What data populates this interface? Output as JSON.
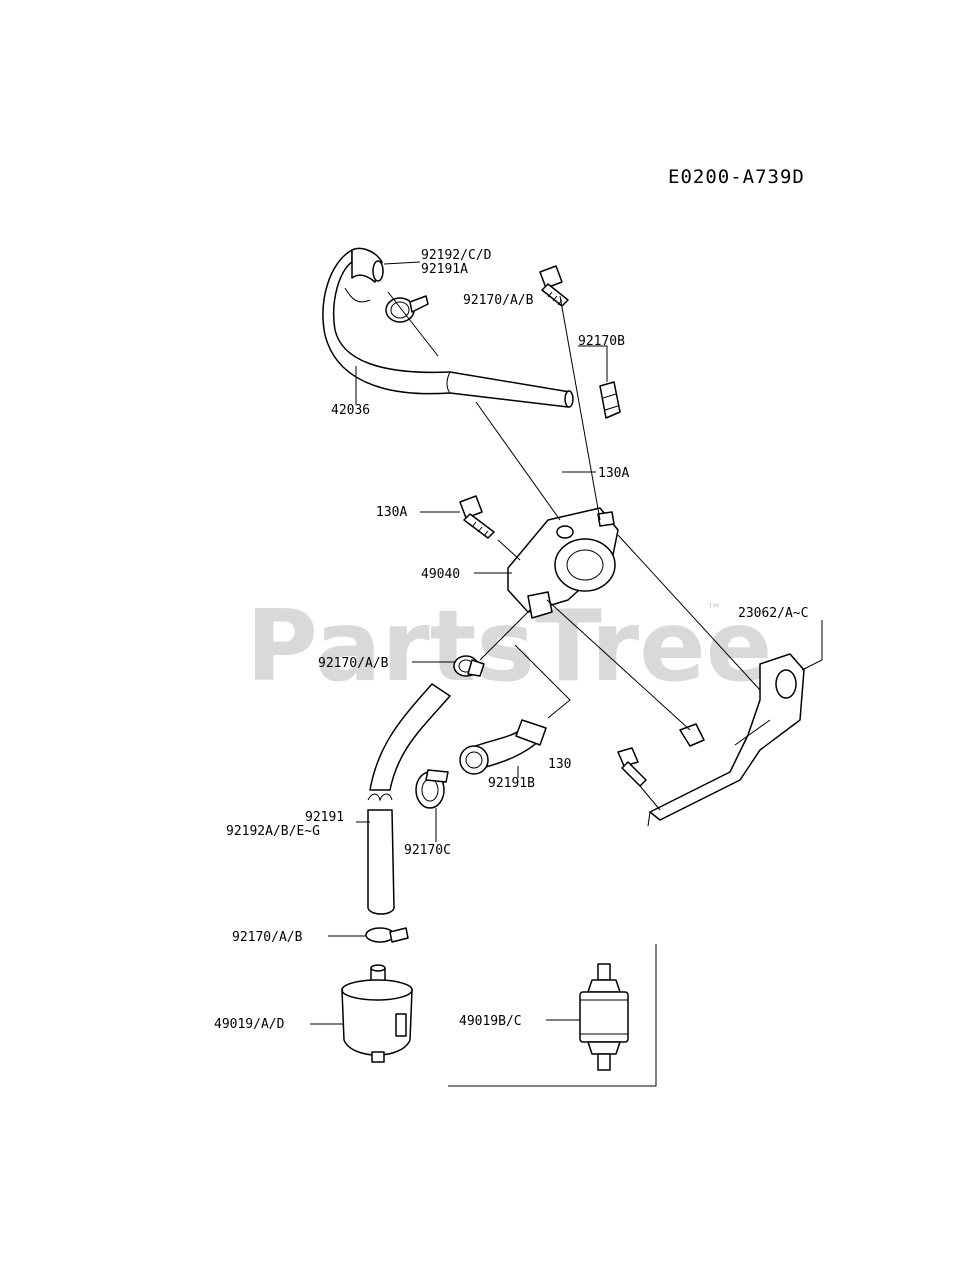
{
  "diagram_code": "E0200-A739D",
  "watermark": "PartsTree",
  "watermark_tm": "™",
  "labels": {
    "hose_upper_top": "92192/C/D",
    "hose_upper_bottom": "92191A",
    "clamp_upper": "92170/A/B",
    "clip_right": "92170B",
    "pipe": "42036",
    "bolt_right": "130A",
    "bolt_left": "130A",
    "pump": "49040",
    "bracket": "23062/A~C",
    "clamp_mid": "92170/A/B",
    "bolt_lower": "130",
    "hose_short": "92191B",
    "clamp_small": "92170C",
    "hose_lower_top": "92191",
    "hose_lower_bottom": "92192A/B/E~G",
    "clamp_lower": "92170/A/B",
    "filter_left": "49019/A/D",
    "filter_right": "49019B/C"
  }
}
